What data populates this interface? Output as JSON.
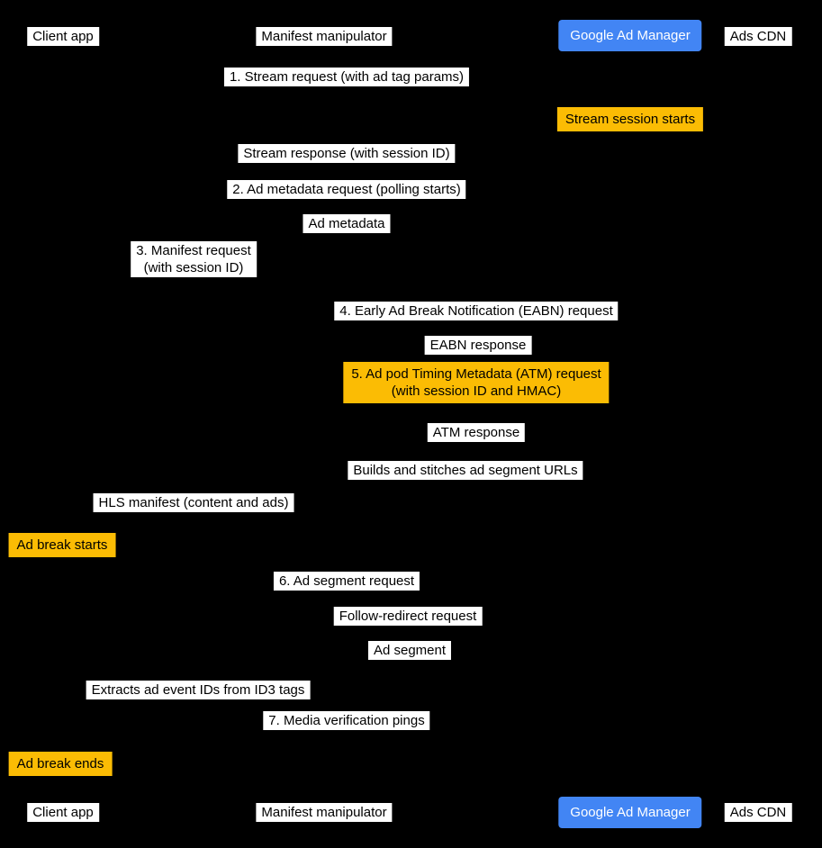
{
  "participants": {
    "client_app": "Client app",
    "manifest_manipulator": "Manifest manipulator",
    "google_ad_manager": "Google Ad Manager",
    "ads_cdn": "Ads CDN"
  },
  "messages": {
    "stream_request": "1. Stream request (with ad tag params)",
    "note_stream_session_starts": "Stream session starts",
    "stream_response": "Stream response (with session ID)",
    "ad_metadata_request": "2. Ad metadata request (polling starts)",
    "ad_metadata": "Ad metadata",
    "manifest_request": "3. Manifest request\n(with session ID)",
    "eabn_request": "4. Early Ad Break Notification (EABN) request",
    "eabn_response": "EABN response",
    "atm_request": "5. Ad pod Timing Metadata (ATM) request\n(with session ID and HMAC)",
    "atm_response": "ATM response",
    "builds_stitches": "Builds and stitches ad segment URLs",
    "hls_manifest": "HLS manifest (content and ads)",
    "note_ad_break_starts": "Ad break starts",
    "ad_segment_request": "6. Ad segment request",
    "follow_redirect_request": "Follow-redirect request",
    "ad_segment": "Ad segment",
    "extracts_id3": "Extracts ad event IDs from ID3 tags",
    "media_verification_pings": "7. Media verification pings",
    "note_ad_break_ends": "Ad break ends"
  },
  "colors": {
    "background": "#000000",
    "message_label_bg": "#ffffff",
    "message_label_text": "#000000",
    "note_bg": "#fbbc04",
    "note_text": "#000000",
    "actor_highlight_bg": "#4285f4",
    "actor_highlight_text": "#ffffff"
  }
}
